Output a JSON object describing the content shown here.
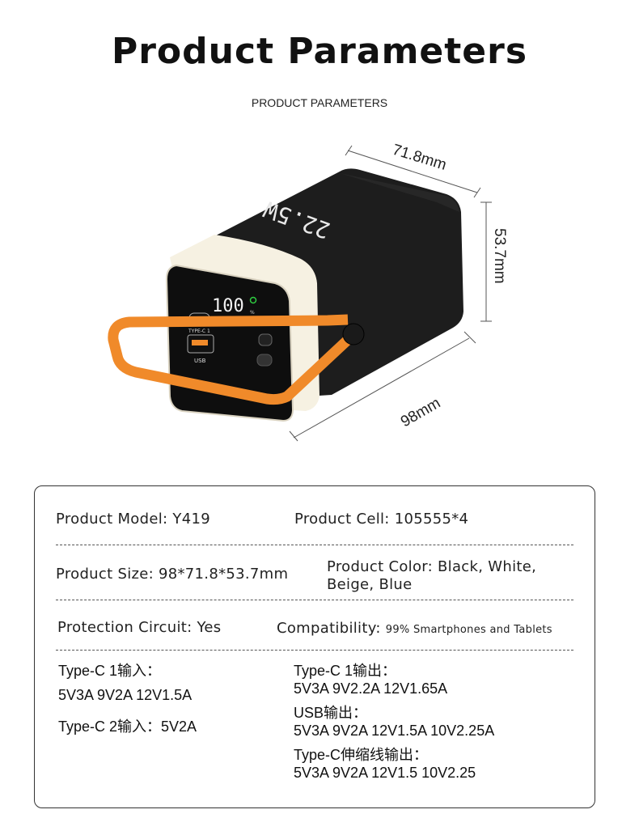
{
  "header": {
    "title": "Product Parameters",
    "subtitle": "PRODUCT PARAMETERS"
  },
  "product_image": {
    "dimensions": {
      "width": "71.8mm",
      "height": "53.7mm",
      "length": "98mm"
    },
    "screen_reading": "100",
    "screen_unit": "%",
    "port_labels": [
      "TYPE-C 1",
      "USB"
    ],
    "power_mark": "22.5W",
    "colors": {
      "body": "#1c1c1c",
      "band": "#f6f1e2",
      "handle": "#f08a2a"
    }
  },
  "specs": {
    "model": "Product Model: Y419",
    "cell": "Product Cell: 105555*4",
    "size": "Product Size: 98*71.8*53.7mm",
    "color_line1": "Product Color: Black, White,",
    "color_line2": "Beige, Blue",
    "protection": "Protection Circuit: Yes",
    "compat_label": "Compatibility:",
    "compat_value": "99% Smartphones and Tablets",
    "left_io": [
      "Type-C 1输入：",
      "5V3A  9V2A  12V1.5A",
      "Type-C 2输入：5V2A"
    ],
    "right_io": [
      "Type-C 1输出：",
      "5V3A  9V2.2A  12V1.65A",
      "USB输出：",
      "5V3A  9V2A  12V1.5A  10V2.25A",
      "Type-C伸缩线输出：",
      "5V3A  9V2A  12V1.5  10V2.25"
    ]
  }
}
